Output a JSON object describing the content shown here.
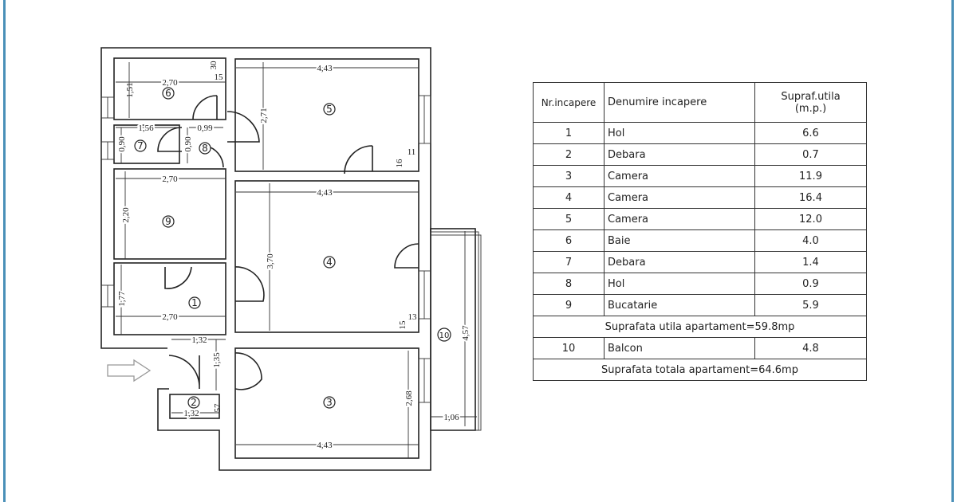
{
  "table": {
    "headers": {
      "nr": "Nr.incapere",
      "name": "Denumire incapere",
      "area_l1": "Supraf.utila",
      "area_l2": "(m.p.)"
    },
    "rows": [
      {
        "nr": "1",
        "name": "Hol",
        "area": "6.6"
      },
      {
        "nr": "2",
        "name": "Debara",
        "area": "0.7"
      },
      {
        "nr": "3",
        "name": "Camera",
        "area": "11.9"
      },
      {
        "nr": "4",
        "name": "Camera",
        "area": "16.4"
      },
      {
        "nr": "5",
        "name": "Camera",
        "area": "12.0"
      },
      {
        "nr": "6",
        "name": "Baie",
        "area": "4.0"
      },
      {
        "nr": "7",
        "name": "Debara",
        "area": "1.4"
      },
      {
        "nr": "8",
        "name": "Hol",
        "area": "0.9"
      },
      {
        "nr": "9",
        "name": "Bucatarie",
        "area": "5.9"
      }
    ],
    "useful_total": "Suprafata utila apartament=59.8mp",
    "balcony": {
      "nr": "10",
      "name": "Balcon",
      "area": "4.8"
    },
    "grand_total": "Suprafata totala apartament=64.6mp"
  },
  "plan": {
    "rooms": {
      "r1": "1",
      "r2": "2",
      "r3": "3",
      "r4": "4",
      "r5": "5",
      "r6": "6",
      "r7": "7",
      "r8": "8",
      "r9": "9",
      "r10": "10"
    },
    "dims": {
      "r6_w": "2,70",
      "r6_h": "1,51",
      "r6_a": "30",
      "r6_b": "15",
      "r5_w": "4,43",
      "r5_h": "2,71",
      "r5_a": "16",
      "r5_b": "11",
      "r7_w": "1,56",
      "r7_h": "0,90",
      "r8_h": "0,90",
      "r8_w": "0,99",
      "r9_w": "2,70",
      "r9_h": "2,20",
      "r4_w": "4,43",
      "r4_h": "3,70",
      "r4_a": "15",
      "r4_b": "13",
      "r1_w": "2,70",
      "r1_h": "1,77",
      "hall_w": "1,32",
      "hall_h": "1,35",
      "r10_h": "4,57",
      "r10_w": "1,06",
      "r2_w": "1,32",
      "r2_h": "57",
      "r3_w": "4,43",
      "r3_h": "2,68"
    }
  },
  "colors": {
    "frame": "#4a90b8",
    "line": "#222222"
  }
}
